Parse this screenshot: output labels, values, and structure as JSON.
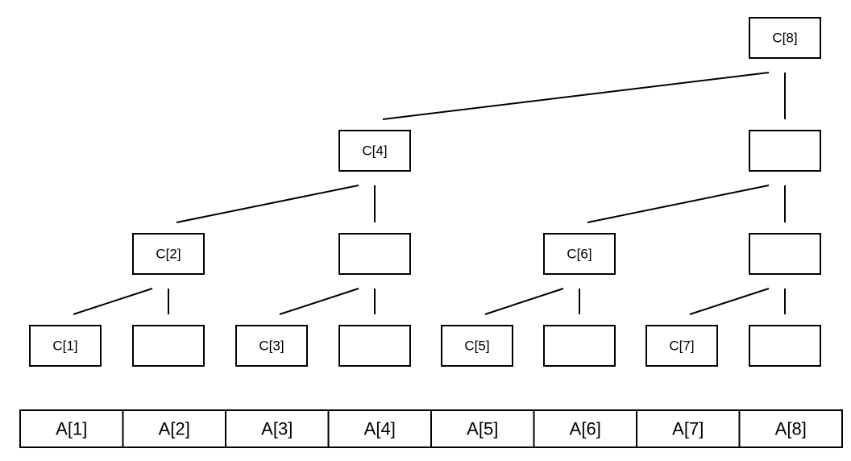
{
  "tree": {
    "nodes": [
      {
        "id": "c8",
        "label": "C[8]"
      },
      {
        "id": "c4",
        "label": "C[4]"
      },
      {
        "id": "n6_8",
        "label": ""
      },
      {
        "id": "c2",
        "label": "C[2]"
      },
      {
        "id": "n3_4",
        "label": ""
      },
      {
        "id": "c6",
        "label": "C[6]"
      },
      {
        "id": "n7_8",
        "label": ""
      },
      {
        "id": "c1",
        "label": "C[1]"
      },
      {
        "id": "n2",
        "label": ""
      },
      {
        "id": "c3",
        "label": "C[3]"
      },
      {
        "id": "n4",
        "label": ""
      },
      {
        "id": "c5",
        "label": "C[5]"
      },
      {
        "id": "n6",
        "label": ""
      },
      {
        "id": "c7",
        "label": "C[7]"
      },
      {
        "id": "n8",
        "label": ""
      }
    ],
    "edges": [
      [
        "c8",
        "c4"
      ],
      [
        "c8",
        "n6_8"
      ],
      [
        "c4",
        "c2"
      ],
      [
        "c4",
        "n3_4"
      ],
      [
        "n6_8",
        "c6"
      ],
      [
        "n6_8",
        "n7_8"
      ],
      [
        "c2",
        "c1"
      ],
      [
        "c2",
        "n2"
      ],
      [
        "n3_4",
        "c3"
      ],
      [
        "n3_4",
        "n4"
      ],
      [
        "c6",
        "c5"
      ],
      [
        "c6",
        "n6"
      ],
      [
        "n7_8",
        "c7"
      ],
      [
        "n7_8",
        "n8"
      ]
    ]
  },
  "array": {
    "cells": [
      "A[1]",
      "A[2]",
      "A[3]",
      "A[4]",
      "A[5]",
      "A[6]",
      "A[7]",
      "A[8]"
    ]
  }
}
